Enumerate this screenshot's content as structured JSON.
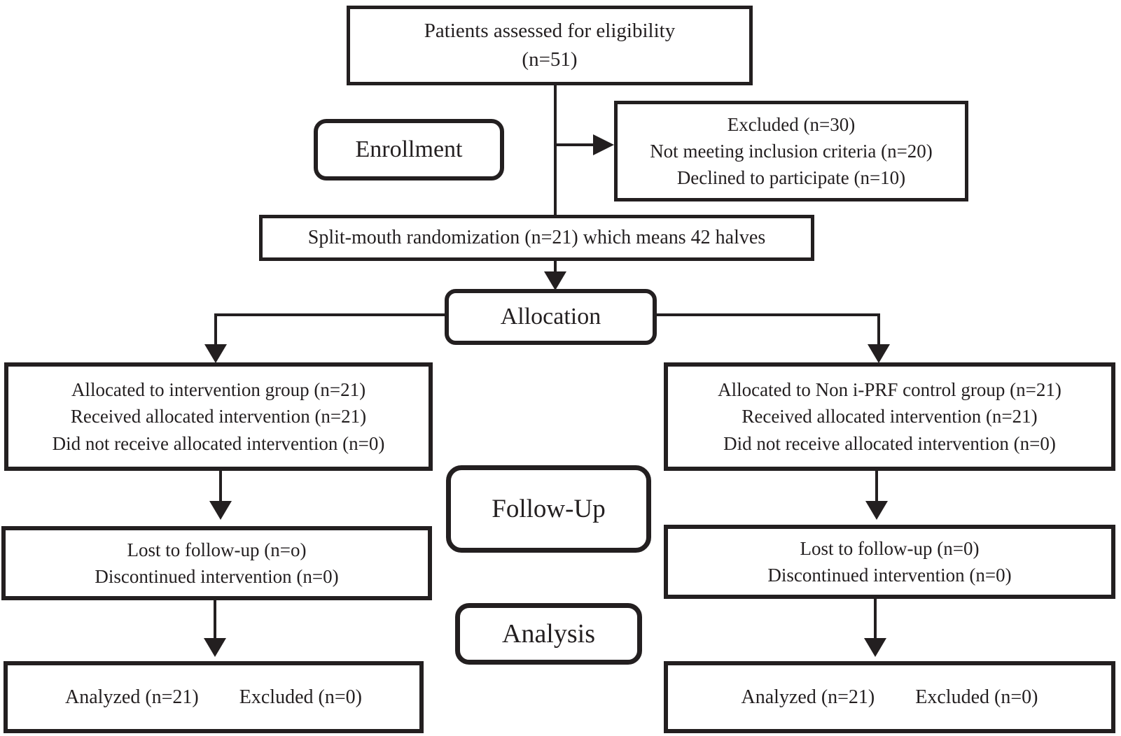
{
  "diagram": {
    "colors": {
      "stroke": "#231f20",
      "background": "#ffffff"
    },
    "boxes": {
      "eligibility": {
        "lines": [
          "Patients assessed for eligibility",
          "(n=51)"
        ]
      },
      "enrollment_label": "Enrollment",
      "excluded": {
        "lines": [
          "Excluded (n=30)",
          "Not meeting inclusion criteria (n=20)",
          "Declined to participate (n=10)"
        ]
      },
      "randomization": {
        "lines": [
          "Split-mouth randomization (n=21) which means 42 halves"
        ]
      },
      "allocation_label": "Allocation",
      "allocated_intervention": {
        "lines": [
          "Allocated to intervention group (n=21)",
          "Received allocated intervention (n=21)",
          "Did not receive allocated intervention (n=0)"
        ]
      },
      "allocated_control": {
        "lines": [
          "Allocated to Non i-PRF control group (n=21)",
          "Received allocated intervention (n=21)",
          "Did not receive allocated intervention (n=0)"
        ]
      },
      "followup_label": "Follow-Up",
      "followup_intervention": {
        "lines": [
          "Lost to follow-up (n=o)",
          "Discontinued intervention (n=0)"
        ]
      },
      "followup_control": {
        "lines": [
          "Lost to follow-up (n=0)",
          "Discontinued intervention (n=0)"
        ]
      },
      "analysis_label": "Analysis",
      "analysis_intervention": {
        "analyzed": "Analyzed (n=21)",
        "excluded": "Excluded (n=0)"
      },
      "analysis_control": {
        "analyzed": "Analyzed (n=21)",
        "excluded": "Excluded (n=0)"
      }
    }
  }
}
